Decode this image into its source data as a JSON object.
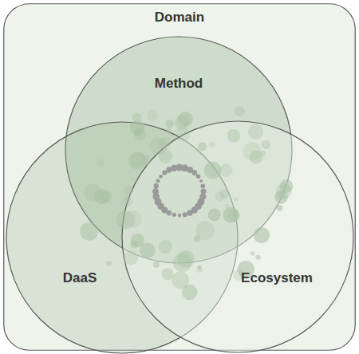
{
  "diagram": {
    "nodes": [
      {
        "text": [
          "Domain"
        ]
      },
      {
        "text": [
          "Method"
        ],
        "in": 0
      },
      {
        "text": [
          "DaaS"
        ],
        "in": 0
      },
      {
        "text": [
          "Ecosystem"
        ],
        "in": 0
      }
    ]
  }
}
